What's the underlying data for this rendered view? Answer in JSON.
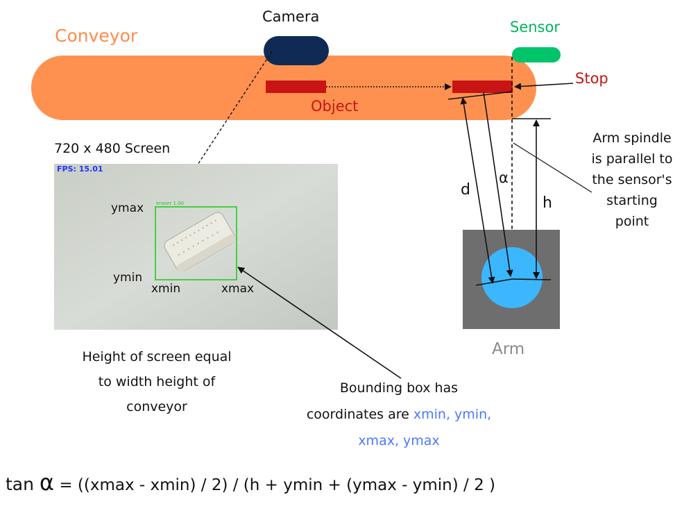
{
  "labels": {
    "conveyor": "Conveyor",
    "camera": "Camera",
    "sensor": "Sensor",
    "stop": "Stop",
    "object": "Object",
    "screen_title": "720 x 480 Screen",
    "fps": "FPS: 15.01",
    "detection_label": "eraser 1.00",
    "ymax": "ymax",
    "ymin": "ymin",
    "xmin": "xmin",
    "xmax": "xmax",
    "d": "d",
    "alpha": "α",
    "h": "h",
    "arm": "Arm",
    "arm_note": [
      "Arm spindle",
      "is parallel to",
      "the sensor's",
      "starting",
      "point"
    ],
    "screen_note": [
      "Height of screen equal",
      "to width height of",
      "conveyor"
    ],
    "bbox_note_line1": "Bounding box has",
    "bbox_note_line2_prefix": "coordinates are ",
    "bbox_note_line2_highlight": "xmin, ymin,",
    "bbox_note_line3_highlight": "xmax, ymax",
    "formula_prefix": "tan ",
    "formula_alpha": "α",
    "formula_rest": " = ((xmax - xmin) / 2) / (h + ymin + (ymax - ymin) / 2 )"
  },
  "colors": {
    "conveyor": "#ff9150",
    "conveyor_label": "#ff8c4a",
    "camera": "#0f2b55",
    "sensor": "#00c46a",
    "sensor_label": "#00b35c",
    "stop_label": "#c81414",
    "object_bar": "#c81414",
    "object_label": "#c81414",
    "arm_base": "#6e6e6e",
    "arm_circle": "#3bb6ff",
    "arm_label": "#8a8a8a",
    "bbox": "#22cc22",
    "fps": "#1f35ff",
    "highlight": "#4a78ff",
    "text": "#111111"
  }
}
